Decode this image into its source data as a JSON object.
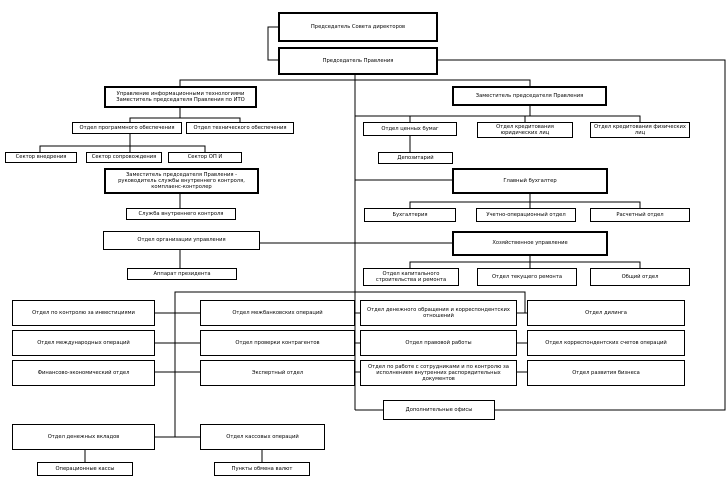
{
  "nodes": {
    "board_chair": "Председатель Совета директоров",
    "board_chair_mgmt": "Председатель Правления",
    "it_head": "Управление информационными технологиями Заместитель председателя Правления по ИТО",
    "deputy_chair": "Заместитель председателя Правления",
    "software_dept": "Отдел программного обеспечения",
    "tech_support_dept": "Отдел технического обеспечения",
    "securities_dept": "Отдел ценных бумаг",
    "corp_credit_dept": "Отдел кредитования юридических лиц",
    "retail_credit_dept": "Отдел кредитования физических лиц",
    "implementation_sector": "Сектор внедрения",
    "support_sector": "Сектор сопровождения",
    "opi_sector": "Сектор ОП И",
    "depository": "Депозитарий",
    "internal_control_head": "Заместитель председателя Правления - руководитель службы внутреннего контроля, комплаенс-контролер",
    "chief_accountant": "Главный бухгалтер",
    "internal_control_service": "Служба внутреннего контроля",
    "accounting": "Бухгалтерия",
    "operations_dept": "Учетно-операционный отдел",
    "settlement_dept": "Расчетный отдел",
    "management_org_dept": "Отдел организации управления",
    "business_admin": "Хозяйственное управление",
    "president_office": "Аппарат президента",
    "capital_construction_dept": "Отдел капитального строительства и ремонта",
    "current_repair_dept": "Отдел текущего ремонта",
    "general_dept": "Общий отдел",
    "investment_control_dept": "Отдел по контролю за инвестициями",
    "interbank_ops_dept": "Отдел межбанковских операций",
    "money_circulation_dept": "Отдел денежного обращения и корреспондентских отношений",
    "dealing_dept": "Отдел дилинга",
    "international_ops_dept": "Отдел международных операций",
    "counterparty_check_dept": "Отдел проверки контрагентов",
    "legal_dept": "Отдел правовой работы",
    "corr_accounts_dept": "Отдел корреспондентских счетов операций",
    "financial_economic_dept": "Финансово-экономический отдел",
    "expert_dept": "Экспертный отдел",
    "staff_dept": "Отдел по работе с сотрудниками и по контролю за исполнением внутренних распорядительных документов",
    "business_dev_dept": "Отдел развития бизнеса",
    "additional_offices": "Дополнительные офисы",
    "cash_vaults_dept": "Отдел денежных вкладов",
    "cash_ops_dept": "Отдел кассовых операций",
    "operating_cash_desks": "Операционные кассы",
    "currency_exchange": "Пункты обмена валют"
  }
}
